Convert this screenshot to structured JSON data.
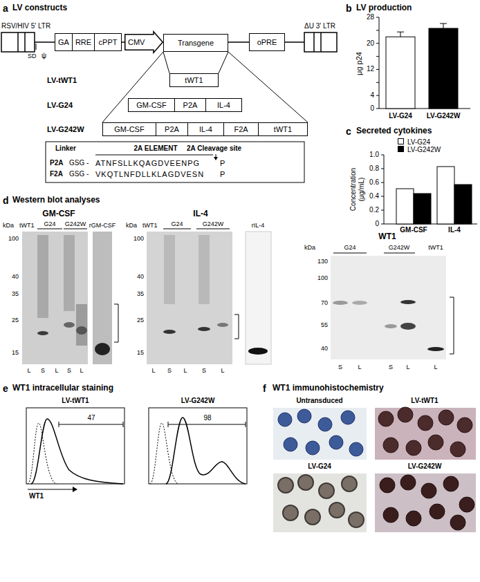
{
  "diagram": {
    "nodes": [
      {
        "text": [
          "GA"
        ]
      },
      {
        "text": [
          "RRE"
        ]
      },
      {
        "text": [
          "cPPT"
        ]
      },
      {
        "text": [
          "CMV"
        ]
      },
      {
        "text": [
          "Transgene"
        ]
      },
      {
        "text": [
          "oPRE"
        ]
      },
      {
        "text": [
          "tWT1"
        ]
      },
      {
        "text": [
          "GM-CSF"
        ]
      },
      {
        "text": [
          "P2A"
        ]
      },
      {
        "text": [
          "IL-4"
        ]
      },
      {
        "text": [
          "GM-CSF"
        ]
      },
      {
        "text": [
          "P2A"
        ]
      },
      {
        "text": [
          "IL-4"
        ]
      },
      {
        "text": [
          "F2A"
        ]
      },
      {
        "text": [
          "tWT1"
        ]
      }
    ],
    "labels": [
      "a",
      "LV constructs",
      "RSV/HIV 5' LTR",
      "SD",
      "ψ",
      "ΔU 3' LTR",
      "LV-tWT1",
      "LV-G24",
      "LV-G242W",
      "Linker",
      "2A ELEMENT",
      "2A Cleavage site",
      "P2A",
      "GSG -",
      "ATNFSLLKQAGDVEENPG",
      "P",
      "F2A",
      "GSG -",
      "VKQTLNFDLLKLAGDVESN",
      "P",
      "b",
      "LV production",
      "μg p24",
      "28",
      "20",
      "12",
      "4",
      "0",
      "LV-G24",
      "LV-G242W",
      "c",
      "Secreted cytokines",
      "Concentration (μg/mL)",
      "1.0",
      "0.8",
      "0.6",
      "0.4",
      "0.2",
      "0",
      "GM-CSF",
      "IL-4",
      "d",
      "Western blot analyses",
      "GM-CSF",
      "kDa",
      "tWT1",
      "G24",
      "G242W",
      "100",
      "40",
      "35",
      "25",
      "15",
      "rGM-CSF",
      "L",
      "S",
      "L",
      "S",
      "L",
      "IL-4",
      "kDa",
      "tWT1",
      "G24",
      "G242W",
      "rIL-4",
      "100",
      "40",
      "35",
      "25",
      "15",
      "L",
      "S",
      "L",
      "S",
      "L",
      "WT1",
      "kDa",
      "G24",
      "G242W",
      "tWT1",
      "130",
      "100",
      "70",
      "55",
      "40",
      "S",
      "L",
      "S",
      "L",
      "L",
      "e",
      "WT1 intracellular staining",
      "LV-tWT1",
      "LV-G242W",
      "47",
      "98",
      "WT1",
      "f",
      "WT1 immunohistochemistry",
      "Untransduced",
      "LV-tWT1",
      "LV-G24",
      "LV-G242W"
    ],
    "legend": [
      {
        "text": "LV-G24",
        "color": "#ffffff"
      },
      {
        "text": "LV-G242W",
        "color": "#000000"
      }
    ]
  }
}
